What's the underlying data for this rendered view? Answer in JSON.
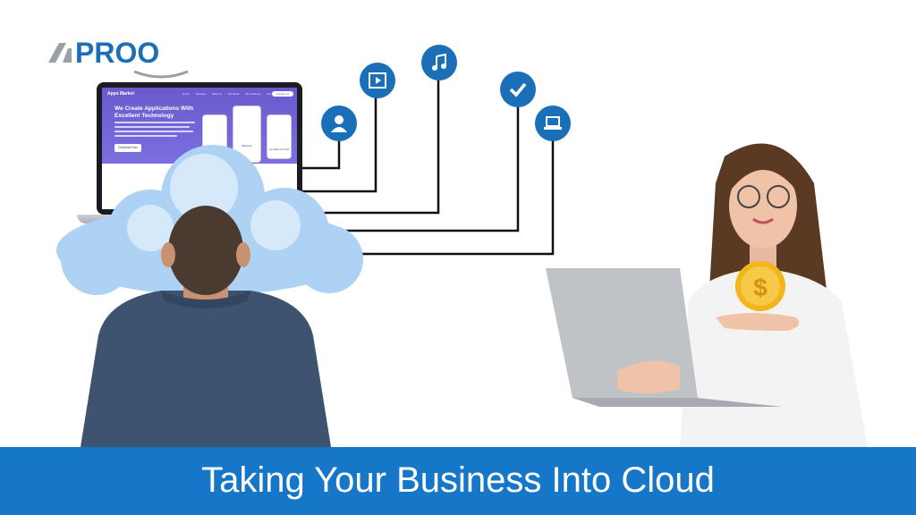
{
  "logo": {
    "text": "PROO",
    "prefix_mark": "AI"
  },
  "laptop_site": {
    "brand": "Apps Market",
    "nav": [
      "Home",
      "Services",
      "Why Us",
      "Our Work",
      "Our Partners",
      "Get A Quote"
    ],
    "nav_button": "Contact Us",
    "hero_title": "We Create Applications With Excellent Technology",
    "hero_button": "Download Now",
    "phone_labels": [
      "Choose Your Plan",
      "Welcome",
      "Let's Make Your Plan"
    ]
  },
  "icons": [
    "user-icon",
    "video-icon",
    "music-icon",
    "check-icon",
    "laptop-icon"
  ],
  "colors": {
    "banner": "#1677c9",
    "icon_bg": "#1b6fb8",
    "logo_blue": "#1b6fb8",
    "logo_gray": "#9aa0a6"
  },
  "banner": {
    "text": "Taking Your Business Into Cloud"
  }
}
